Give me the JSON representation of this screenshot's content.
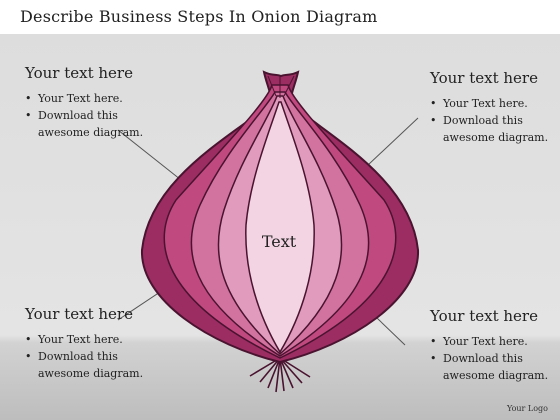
{
  "title": "Describe Business Steps In Onion Diagram",
  "center_label": "Text",
  "blocks": [
    {
      "heading": "Your text here",
      "bullets": [
        "Your Text here.",
        "Download this awesome diagram."
      ]
    },
    {
      "heading": "Your text here",
      "bullets": [
        "Your Text here.",
        "Download this awesome diagram."
      ]
    },
    {
      "heading": "Your text here",
      "bullets": [
        "Your Text here.",
        "Download this awesome diagram."
      ]
    },
    {
      "heading": "Your text here",
      "bullets": [
        "Your Text here.",
        "Download this awesome diagram."
      ]
    }
  ],
  "logo": "Your Logo",
  "colors": {
    "outer_skin": "#9c2d62",
    "layer_2": "#c0497f",
    "layer_3": "#d2739f",
    "layer_4": "#e09bbd",
    "core": "#f3d4e3",
    "outline": "#4a1330"
  }
}
